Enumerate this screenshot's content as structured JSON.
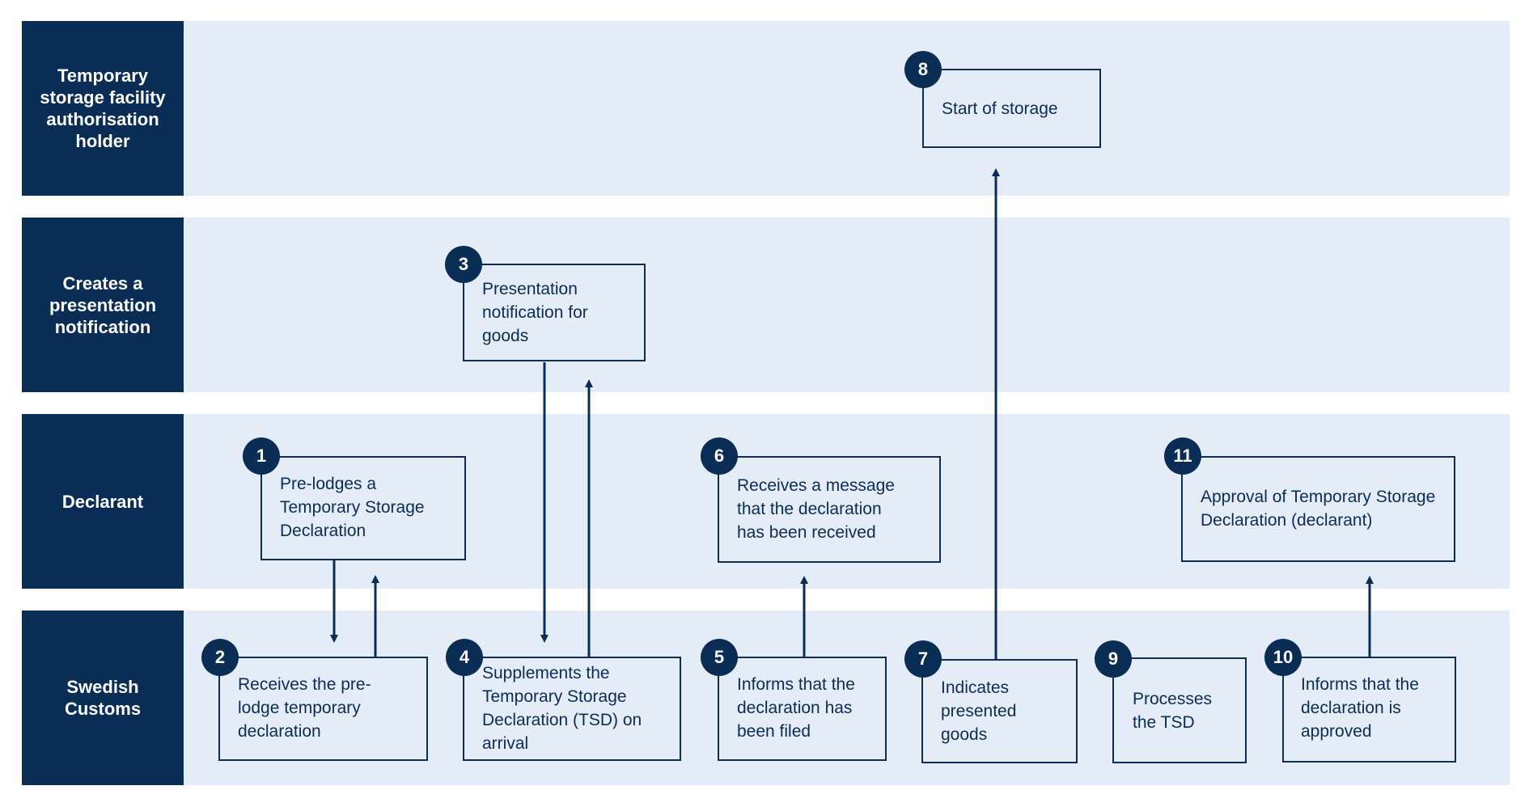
{
  "lanes": [
    {
      "id": "lane-tsf",
      "lines": [
        "Temporary",
        "storage facility",
        "authorisation",
        "holder"
      ]
    },
    {
      "id": "lane-presentation",
      "lines": [
        "Creates a",
        "presentation",
        "notification"
      ]
    },
    {
      "id": "lane-declarant",
      "lines": [
        "Declarant"
      ]
    },
    {
      "id": "lane-customs",
      "lines": [
        "Swedish",
        "Customs"
      ]
    }
  ],
  "steps": [
    {
      "num": "1",
      "lines": [
        "Pre-lodges a",
        "Temporary Storage",
        "Declaration"
      ]
    },
    {
      "num": "2",
      "lines": [
        "Receives the pre-",
        "lodge temporary",
        "declaration"
      ]
    },
    {
      "num": "3",
      "lines": [
        "Presentation",
        "notification for",
        "goods"
      ]
    },
    {
      "num": "4",
      "lines": [
        "Supplements the",
        "Temporary Storage",
        "Declaration (TSD) on",
        "arrival"
      ]
    },
    {
      "num": "5",
      "lines": [
        "Informs that the",
        "declaration has",
        "been filed"
      ]
    },
    {
      "num": "6",
      "lines": [
        "Receives a message",
        "that the declaration",
        "has been received"
      ]
    },
    {
      "num": "7",
      "lines": [
        "Indicates",
        "presented",
        "goods"
      ]
    },
    {
      "num": "8",
      "lines": [
        "Start of storage"
      ]
    },
    {
      "num": "9",
      "lines": [
        "Processes",
        "the TSD"
      ]
    },
    {
      "num": "10",
      "lines": [
        "Informs that the",
        "declaration is",
        "approved"
      ]
    },
    {
      "num": "11",
      "lines": [
        "Approval of Temporary Storage",
        "Declaration (declarant)"
      ]
    }
  ],
  "colors": {
    "navy": "#0a2d55",
    "lane_background": "#e4ecf7"
  }
}
